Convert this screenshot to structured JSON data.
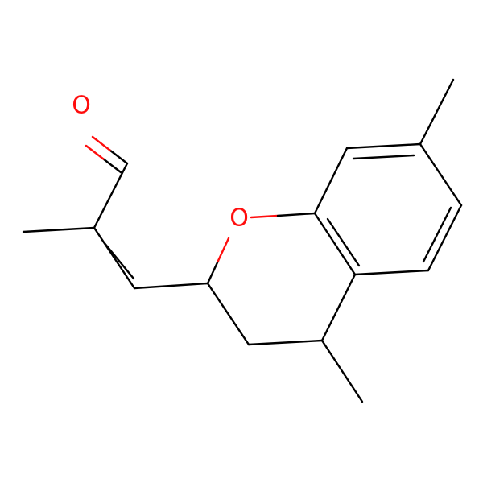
{
  "molecule": {
    "atoms": [
      {
        "id": "O_ald",
        "element": "O",
        "label": "O",
        "color": "#ff0d0d"
      },
      {
        "id": "O_ring",
        "element": "O",
        "label": "O",
        "color": "#ff0d0d"
      }
    ],
    "colors": {
      "carbon_bond": "#000000",
      "oxygen": "#ff0d0d",
      "background": "#ffffff"
    }
  }
}
